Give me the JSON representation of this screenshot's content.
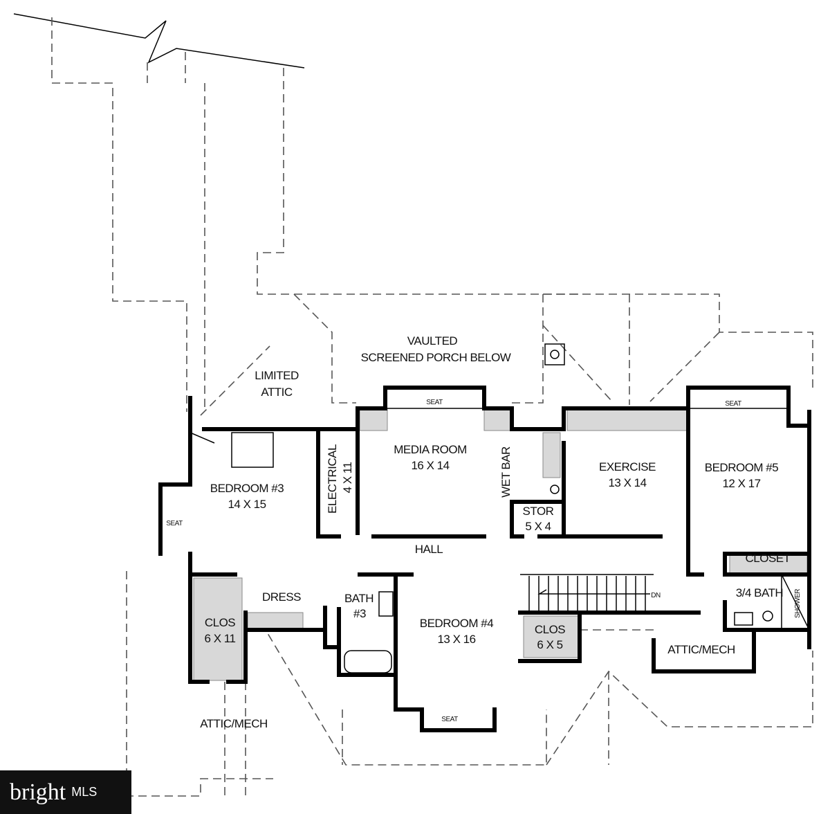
{
  "labels": {
    "vaulted": "VAULTED",
    "porch": "SCREENED PORCH BELOW",
    "limited": "LIMITED",
    "attic": "ATTIC",
    "media_room": "MEDIA ROOM",
    "media_dim": "16 X 14",
    "seat": "SEAT",
    "electrical": "ELECTRICAL",
    "electrical_dim": "4 X 11",
    "wet_bar": "WET BAR",
    "stor": "STOR",
    "stor_dim": "5 X 4",
    "hall": "HALL",
    "exercise": "EXERCISE",
    "exercise_dim": "13 X 14",
    "bedroom5": "BEDROOM #5",
    "bedroom5_dim": "12 X 17",
    "closet": "CLOSET",
    "bath34": "3/4 BATH",
    "shower": "SHOWER",
    "dn": "DN",
    "bedroom3": "BEDROOM #3",
    "bedroom3_dim": "14 X 15",
    "dress": "DRESS",
    "bath3": "BATH",
    "bath3_num": "#3",
    "clos": "CLOS",
    "clos1_dim": "6 X 11",
    "clos2_dim": "6 X 5",
    "bedroom4": "BEDROOM #4",
    "bedroom4_dim": "13 X 16",
    "attic_mech": "ATTIC/MECH"
  },
  "logo": {
    "brand": "bright",
    "suffix": "MLS"
  }
}
